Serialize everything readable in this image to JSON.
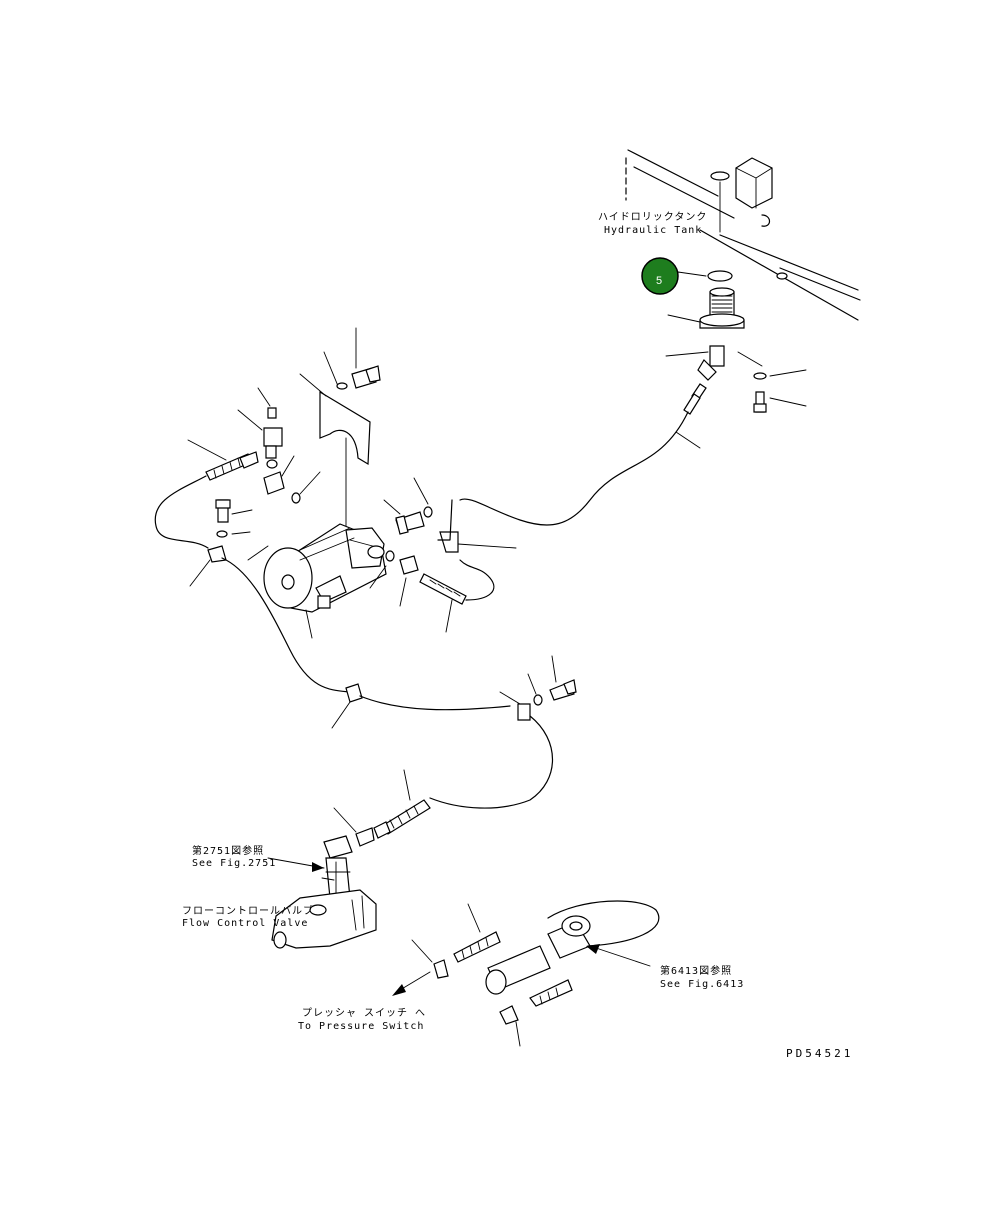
{
  "labels": {
    "hydraulic_tank_jp": "ハイドロリックタンク",
    "hydraulic_tank_en": "Hydraulic Tank",
    "fig2751_jp": "第2751図参照",
    "fig2751_en": "See Fig.2751",
    "flow_control_jp": "フローコントロールバルブ",
    "flow_control_en": "Flow Control Valve",
    "pressure_switch_jp": "プレッシャ スイッチ へ",
    "pressure_switch_en": "To Pressure Switch",
    "fig6413_jp": "第6413図参照",
    "fig6413_en": "See Fig.6413",
    "drawing_code": "PD54521"
  },
  "callout": {
    "number": "5",
    "color": "#1e7d1e"
  }
}
